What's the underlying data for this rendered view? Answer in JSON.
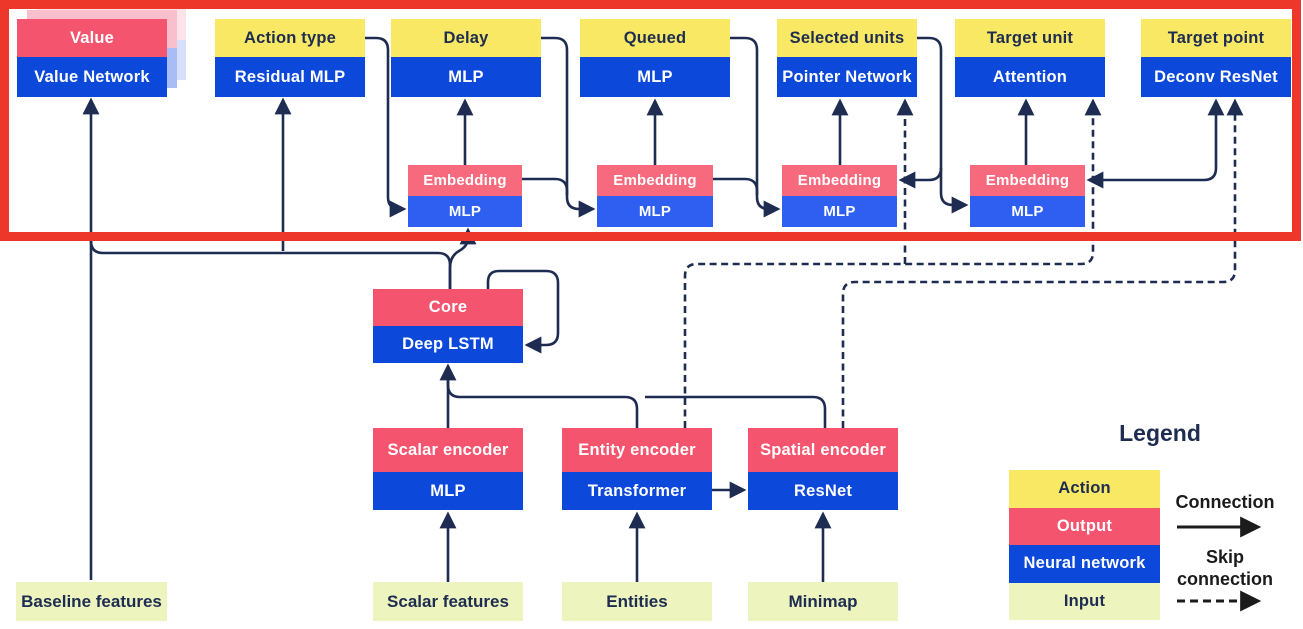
{
  "heads": [
    {
      "top": "Value",
      "bottom": "Value Network",
      "top_type": "output"
    },
    {
      "top": "Action type",
      "bottom": "Residual MLP",
      "top_type": "action"
    },
    {
      "top": "Delay",
      "bottom": "MLP",
      "top_type": "action"
    },
    {
      "top": "Queued",
      "bottom": "MLP",
      "top_type": "action"
    },
    {
      "top": "Selected units",
      "bottom": "Pointer Network",
      "top_type": "action"
    },
    {
      "top": "Target unit",
      "bottom": "Attention",
      "top_type": "action"
    },
    {
      "top": "Target point",
      "bottom": "Deconv ResNet",
      "top_type": "action"
    }
  ],
  "embeddings": [
    {
      "top": "Embedding",
      "bottom": "MLP"
    },
    {
      "top": "Embedding",
      "bottom": "MLP"
    },
    {
      "top": "Embedding",
      "bottom": "MLP"
    },
    {
      "top": "Embedding",
      "bottom": "MLP"
    }
  ],
  "core": {
    "top": "Core",
    "bottom": "Deep LSTM"
  },
  "encoders": [
    {
      "top": "Scalar encoder",
      "bottom": "MLP"
    },
    {
      "top": "Entity encoder",
      "bottom": "Transformer"
    },
    {
      "top": "Spatial encoder",
      "bottom": "ResNet"
    }
  ],
  "inputs": [
    "Baseline features",
    "Scalar features",
    "Entities",
    "Minimap"
  ],
  "legend": {
    "title": "Legend",
    "items": [
      {
        "label": "Action",
        "type": "action"
      },
      {
        "label": "Output",
        "type": "output"
      },
      {
        "label": "Neural network",
        "type": "network"
      },
      {
        "label": "Input",
        "type": "input"
      }
    ],
    "connection_label": "Connection",
    "skip_connection_label_line1": "Skip",
    "skip_connection_label_line2": "connection"
  },
  "colors": {
    "action_yellow": "#F8E863",
    "output_pink": "#F4546E",
    "embedding_pink": "#F7697C",
    "network_blue": "#0C48D9",
    "embedding_blue": "#2E5FF0",
    "input_green": "#EDF4BE",
    "line_navy": "#1E2C52",
    "highlight_red": "#EE372B",
    "legend_arrow_black": "#1B1B1B",
    "text_navy": "#1E2C52"
  }
}
